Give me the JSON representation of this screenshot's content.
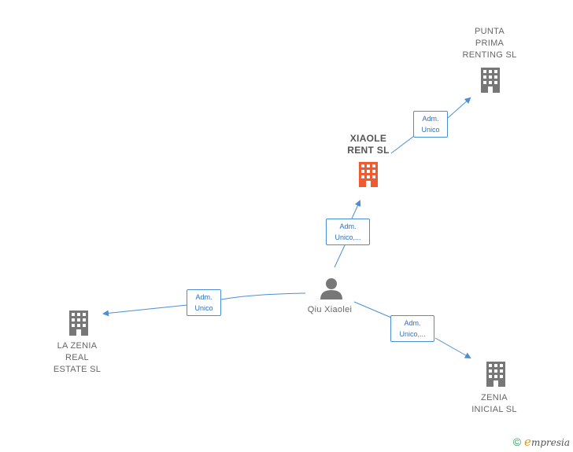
{
  "nodes": {
    "punta": {
      "name": "PUNTA\nPRIMA\nRENTING  SL",
      "icon": "building-icon"
    },
    "xiaole": {
      "name": "XIAOLE\nRENT  SL",
      "icon": "building-icon"
    },
    "lazenia": {
      "name": "LA ZENIA\nREAL\nESTATE  SL",
      "icon": "building-icon"
    },
    "person": {
      "name": "Qiu Xiaolei",
      "icon": "person-icon"
    },
    "zenia": {
      "name": "ZENIA\nINICIAL  SL",
      "icon": "building-icon"
    }
  },
  "edges": {
    "xiaole_punta": "Adm.\nUnico",
    "person_xiaole": "Adm.\nUnico,...",
    "person_lazenia": "Adm.\nUnico",
    "person_zenia": "Adm.\nUnico,..."
  },
  "colors": {
    "edge": "#4a8fd6",
    "building": "#777777",
    "highlight": "#f05a30",
    "person": "#777777"
  },
  "footer": {
    "copyright": "©",
    "brand_e": "e",
    "brand_rest": "mpresia"
  }
}
